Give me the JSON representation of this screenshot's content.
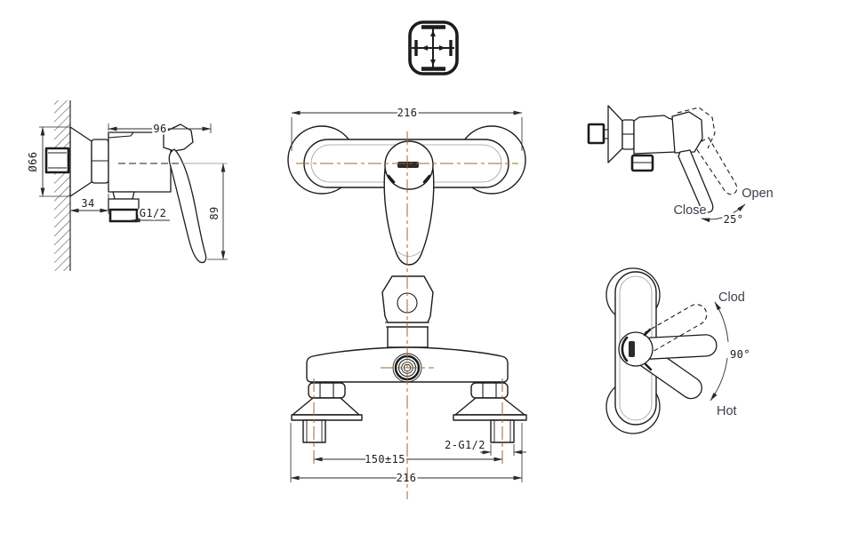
{
  "views": {
    "side_view": {
      "dim_body_width": "96",
      "dim_flange_diameter": "Ø66",
      "dim_wall_offset": "34",
      "outlet_thread_label": "G1/2",
      "dim_handle_drop": "89"
    },
    "front_view": {
      "dim_overall_width": "216"
    },
    "bottom_view": {
      "inlet_thread_label": "2-G1/2",
      "dim_inlet_spacing": "150±15",
      "dim_overall_width": "216"
    },
    "operation_side_view": {
      "close_label": "Close",
      "open_label": "Open",
      "angle_label": "25°"
    },
    "operation_top_view": {
      "cold_label": "Clod",
      "angle_label": "90°",
      "hot_label": "Hot"
    }
  },
  "colors": {
    "line": "#1c1c1c",
    "centerline": "#9a6a32",
    "auxiliary": "#a8a8a8",
    "dimension_text": "#1c1c1c",
    "label_text": "#3b414b",
    "background": "#ffffff"
  }
}
